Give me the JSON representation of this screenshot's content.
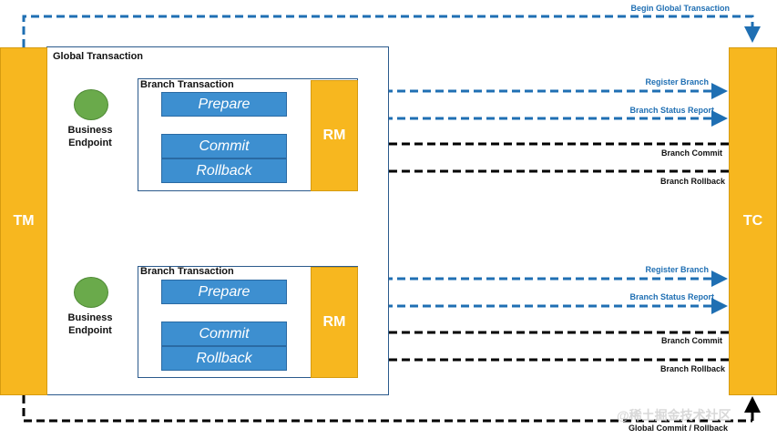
{
  "colors": {
    "participant": "#f7b71f",
    "step": "#3d8fd0",
    "endpoint": "#6aaa4b",
    "request_arrow": "#1f6fb3",
    "response_arrow": "#000000",
    "invoke_arrow": "#e02020",
    "frame_border": "#2b5a8c"
  },
  "participants": {
    "tm": "TM",
    "tc": "TC"
  },
  "global_transaction": {
    "title": "Global Transaction"
  },
  "branches": [
    {
      "title": "Branch Transaction",
      "rm": "RM",
      "endpoint": [
        "Business",
        "Endpoint"
      ],
      "steps": {
        "prepare": "Prepare",
        "commit": "Commit",
        "rollback": "Rollback"
      },
      "messages": {
        "register": "Register Branch",
        "status": "Branch Status Report",
        "commit": "Branch Commit",
        "rollback": "Branch Rollback"
      }
    },
    {
      "title": "Branch Transaction",
      "rm": "RM",
      "endpoint": [
        "Business",
        "Endpoint"
      ],
      "steps": {
        "prepare": "Prepare",
        "commit": "Commit",
        "rollback": "Rollback"
      },
      "messages": {
        "register": "Register Branch",
        "status": "Branch Status Report",
        "commit": "Branch Commit",
        "rollback": "Branch Rollback"
      }
    }
  ],
  "global_messages": {
    "begin": "Begin Global Transaction",
    "end": "Global Commit / Rollback"
  },
  "watermark": "@稀土掘金技术社区"
}
